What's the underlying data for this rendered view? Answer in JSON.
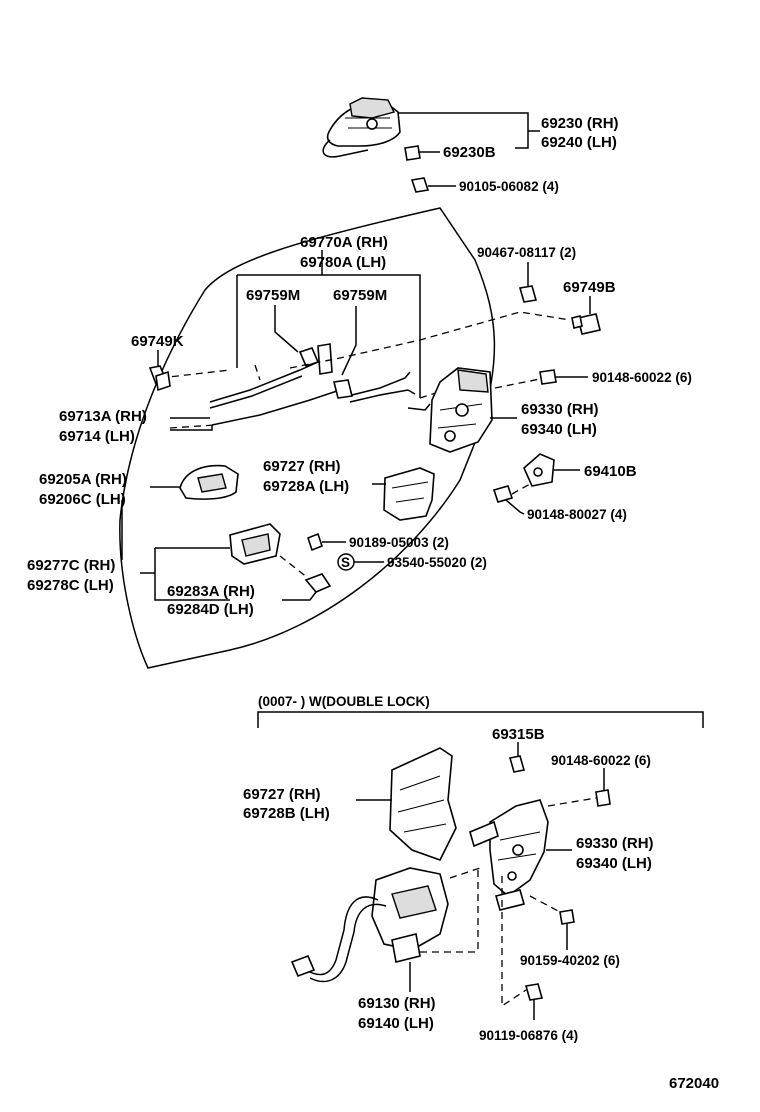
{
  "labels": {
    "p69230": "69230 (RH)",
    "p69240": "69240 (LH)",
    "p69230B": "69230B",
    "p90105": "90105-06082 (4)",
    "p69770A": "69770A (RH)",
    "p69780A": "69780A (LH)",
    "p69759M_1": "69759M",
    "p69759M_2": "69759M",
    "p90467": "90467-08117 (2)",
    "p69749B": "69749B",
    "p69749K": "69749K",
    "p90148_60022_top": "90148-60022 (6)",
    "p69713A": "69713A (RH)",
    "p69714": "69714   (LH)",
    "p69330_top": "69330 (RH)",
    "p69340_top": "69340 (LH)",
    "p69205A": "69205A (RH)",
    "p69206C": "69206C (LH)",
    "p69727_top": "69727   (RH)",
    "p69728A": "69728A (LH)",
    "p69410B": "69410B",
    "p90148_80027": "90148-80027 (4)",
    "p90189": "90189-05003 (2)",
    "p93540": "93540-55020 (2)",
    "p69277C": "69277C (RH)",
    "p69278C": "69278C (LH)",
    "p69283A": "69283A (RH)",
    "p69284D": "69284D (LH)",
    "section_title": "(0007-     )   W(DOUBLE  LOCK)",
    "p69315B": "69315B",
    "p90148_60022_bot": "90148-60022 (6)",
    "p69727_bot": "69727   (RH)",
    "p69728B": "69728B (LH)",
    "p69330_bot": "69330 (RH)",
    "p69340_bot": "69340 (LH)",
    "p90159": "90159-40202 (6)",
    "p69130": "69130 (RH)",
    "p69140": "69140 (LH)",
    "p90119": "90119-06876 (4)",
    "s_symbol": "S",
    "figure_number": "672040"
  }
}
